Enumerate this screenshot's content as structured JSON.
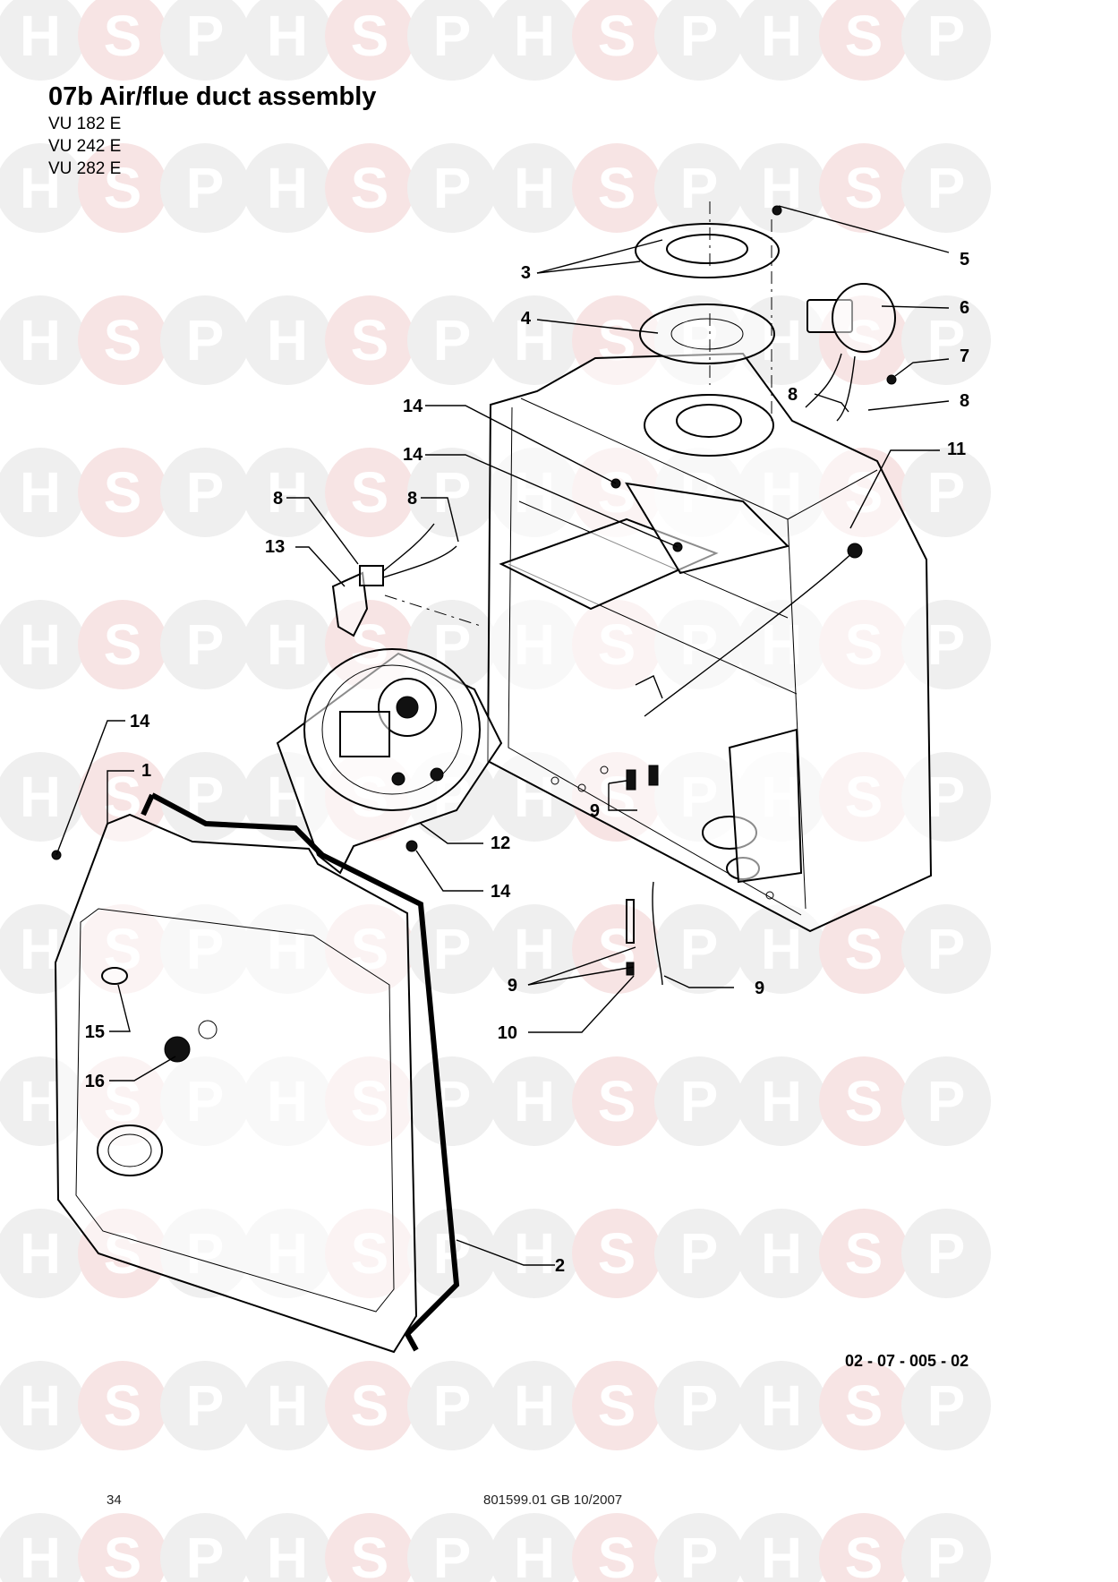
{
  "header": {
    "title": "07b Air/flue duct assembly",
    "models": [
      "VU 182 E",
      "VU 242 E",
      "VU 282 E"
    ]
  },
  "watermark": {
    "letters": [
      "H",
      "S",
      "P"
    ],
    "colors": {
      "neutral": "#efefef",
      "accent": "#f7e4e4"
    }
  },
  "callouts": {
    "c1": "1",
    "c2": "2",
    "c3": "3",
    "c4": "4",
    "c5": "5",
    "c6": "6",
    "c7": "7",
    "c8a": "8",
    "c8b": "8",
    "c8c": "8",
    "c8d": "8",
    "c9a": "9",
    "c9b": "9",
    "c9c": "9",
    "c10": "10",
    "c11": "11",
    "c12": "12",
    "c13": "13",
    "c14a": "14",
    "c14b": "14",
    "c14c": "14",
    "c14d": "14",
    "c15": "15",
    "c16": "16"
  },
  "footer": {
    "drawing_ref": "02 - 07 - 005 - 02",
    "page": "34",
    "doc_ref": "801599.01 GB 10/2007"
  }
}
